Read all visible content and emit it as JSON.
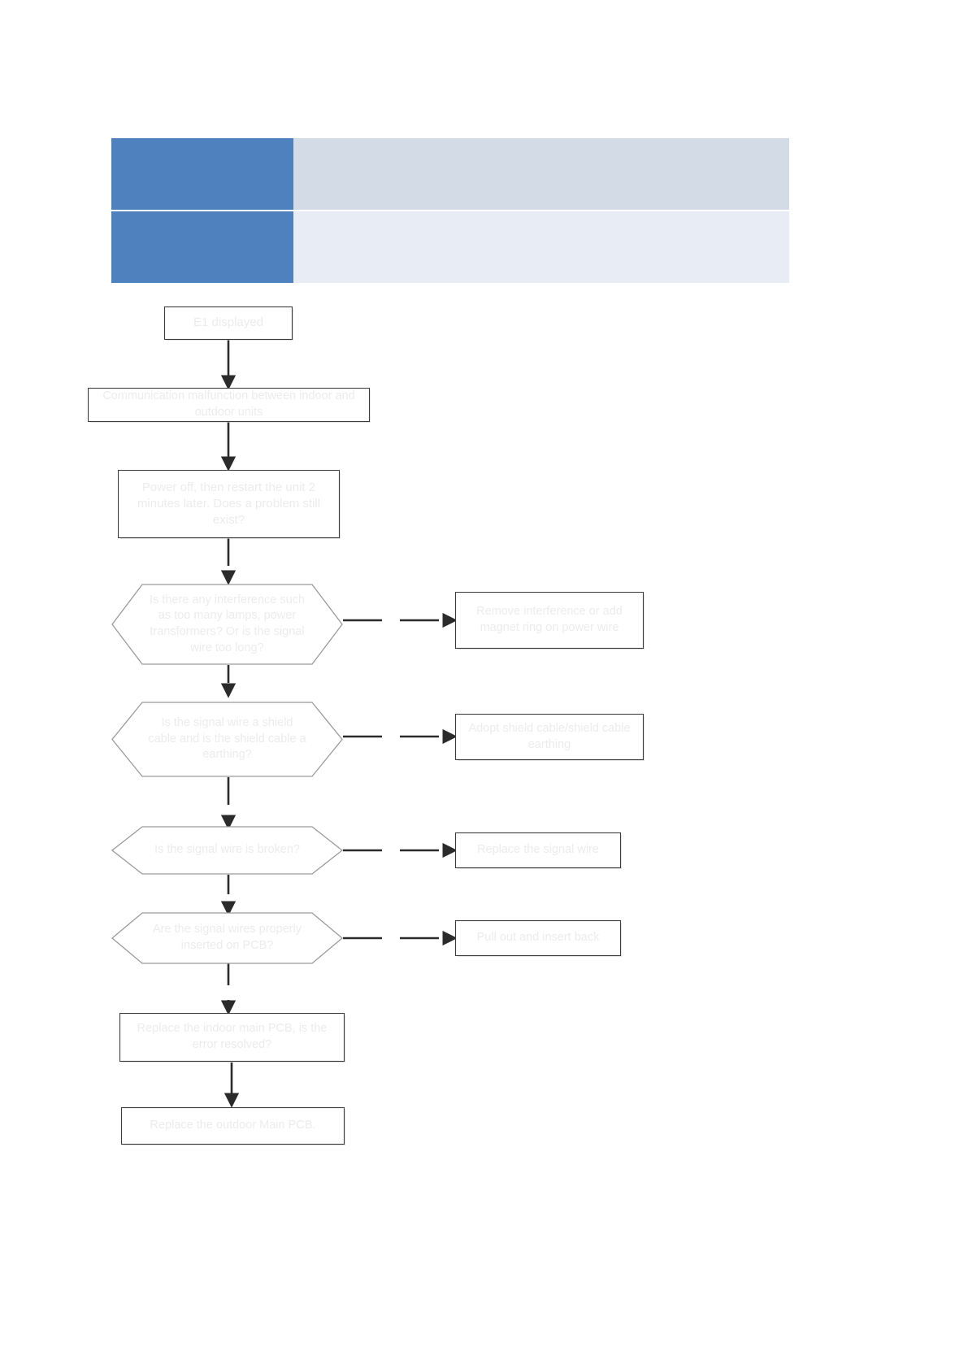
{
  "document": {
    "type": "troubleshooting-flowchart",
    "error_code": "E1"
  },
  "table": {
    "rows": [
      {
        "label": "",
        "value": ""
      },
      {
        "label": "",
        "value": ""
      }
    ],
    "colors": {
      "header": "#4E81BD",
      "row_a": "#D3DBE7",
      "row_b": "#E8ECF4"
    }
  },
  "flow": {
    "nodes": [
      {
        "id": "n1",
        "shape": "rect",
        "text": "E1 displayed"
      },
      {
        "id": "n2",
        "shape": "rect",
        "text": "Communication malfunction between indoor and outdoor units"
      },
      {
        "id": "n3",
        "shape": "rect",
        "text": "Power off, then restart the unit 2 minutes later. Does a problem still exist?"
      },
      {
        "id": "d1",
        "shape": "hexagon",
        "text": "Is there any interference such as too many lamps, power transformers? Or is the signal wire too long?"
      },
      {
        "id": "a1",
        "shape": "rect",
        "text": "Remove interference or add magnet ring on power wire"
      },
      {
        "id": "d2",
        "shape": "hexagon",
        "text": "Is the signal wire a shield cable and is the shield cable a earthing?"
      },
      {
        "id": "a2",
        "shape": "rect",
        "text": "Adopt shield cable/shield cable earthing"
      },
      {
        "id": "d3",
        "shape": "hexagon",
        "text": "Is the signal wire is broken?"
      },
      {
        "id": "a3",
        "shape": "rect",
        "text": "Replace the signal wire"
      },
      {
        "id": "d4",
        "shape": "hexagon",
        "text": "Are the signal wires properly inserted on PCB?"
      },
      {
        "id": "a4",
        "shape": "rect",
        "text": "Pull out and insert back"
      },
      {
        "id": "n4",
        "shape": "rect",
        "text": "Replace the indoor main PCB, is the error resolved?"
      },
      {
        "id": "n5",
        "shape": "rect",
        "text": "Replace the outdoor Main PCB."
      }
    ],
    "edges": [
      {
        "from": "n1",
        "to": "n2",
        "direction": "down"
      },
      {
        "from": "n2",
        "to": "n3",
        "direction": "down"
      },
      {
        "from": "n3",
        "to": "d1",
        "direction": "down"
      },
      {
        "from": "d1",
        "to": "a1",
        "direction": "right"
      },
      {
        "from": "d1",
        "to": "d2",
        "direction": "down"
      },
      {
        "from": "d2",
        "to": "a2",
        "direction": "right"
      },
      {
        "from": "d2",
        "to": "d3",
        "direction": "down"
      },
      {
        "from": "d3",
        "to": "a3",
        "direction": "right"
      },
      {
        "from": "d3",
        "to": "d4",
        "direction": "down"
      },
      {
        "from": "d4",
        "to": "a4",
        "direction": "right"
      },
      {
        "from": "d4",
        "to": "n4",
        "direction": "down"
      },
      {
        "from": "n4",
        "to": "n5",
        "direction": "down"
      }
    ],
    "colors": {
      "text": "#ececec",
      "rect_border": "#3b3b3b",
      "hex_border": "#9a9a9a",
      "connector": "#2b2b2b"
    }
  }
}
